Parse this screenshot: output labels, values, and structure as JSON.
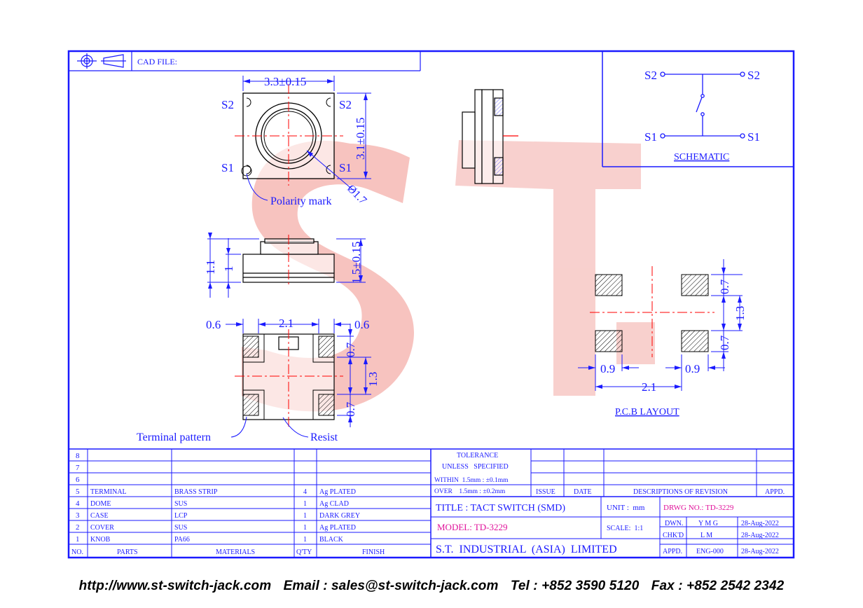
{
  "header": {
    "cad_file_label": "CAD FILE:"
  },
  "drawing": {
    "top_view": {
      "width_dim": "3.3±0.15",
      "height_dim": "3.1±0.15",
      "diameter_dim": "Ø1.7",
      "pin_s2_left": "S2",
      "pin_s2_right": "S2",
      "pin_s1_left": "S1",
      "pin_s1_right": "S1",
      "polarity_label": "Polarity mark"
    },
    "front_view": {
      "dim_1_1": "1.1",
      "dim_1": "1",
      "dim_1_5": "1.5±0.15"
    },
    "bottom_view": {
      "dim_left": "0.6",
      "dim_mid": "2.1",
      "dim_right": "0.6",
      "dim_top": "0.7",
      "dim_mid_v": "1.3",
      "dim_bottom": "0.7",
      "terminal_label": "Terminal pattern",
      "resist_label": "Resist"
    },
    "pcb_layout": {
      "dim_top": "0.7",
      "dim_mid": "1.3",
      "dim_bottom": "0.7",
      "dim_left": "0.9",
      "dim_right": "0.9",
      "dim_width": "2.1",
      "caption": "P.C.B LAYOUT"
    },
    "schematic": {
      "s2_left": "S2",
      "s2_right": "S2",
      "s1_left": "S1",
      "s1_right": "S1",
      "caption": "SCHEMATIC"
    }
  },
  "bom": {
    "row_numbers": [
      "8",
      "7",
      "6"
    ],
    "rows": [
      {
        "no": "5",
        "part": "TERMINAL",
        "material": "BRASS STRIP",
        "qty": "4",
        "finish": "Ag PLATED"
      },
      {
        "no": "4",
        "part": "DOME",
        "material": "SUS",
        "qty": "1",
        "finish": "Ag CLAD"
      },
      {
        "no": "3",
        "part": "CASE",
        "material": "LCP",
        "qty": "1",
        "finish": "DARK GREY"
      },
      {
        "no": "2",
        "part": "COVER",
        "material": "SUS",
        "qty": "1",
        "finish": "Ag PLATED"
      },
      {
        "no": "1",
        "part": "KNOB",
        "material": "PA66",
        "qty": "1",
        "finish": "BLACK"
      }
    ],
    "headers": {
      "no": "NO.",
      "parts": "PARTS",
      "materials": "MATERIALS",
      "qty": "Q'TY",
      "finish": "FINISH"
    }
  },
  "tolerance": {
    "line1": "TOLERANCE",
    "line2": "UNLESS   SPECIFIED",
    "within": "WITHIN  1.5mm : ±0.1mm",
    "over": "OVER    1.5mm : ±0.2mm"
  },
  "revision_headers": {
    "issue": "ISSUE",
    "date": "DATE",
    "descriptions": "DESCRIPTIONS OF REVISION",
    "appd": "APPD."
  },
  "title_block": {
    "title": "TITLE : TACT SWITCH (SMD)",
    "unit": "UNIT :  mm",
    "drwg_no": "DRWG NO.: TD-3229",
    "model": "MODEL: TD-3229",
    "scale": "SCALE:  1:1",
    "dwn_label": "DWN.",
    "dwn_name": "Y M G",
    "dwn_date": "28-Aug-2022",
    "chkd_label": "CHK'D",
    "chkd_name": "L M",
    "chkd_date": "28-Aug-2022",
    "appd_label": "APPD.",
    "appd_name": "ENG-000",
    "appd_date": "28-Aug-2022",
    "company": "S.T.  INDUSTRIAL  (ASIA)  LIMITED"
  },
  "watermark": {
    "text": "ST."
  },
  "footer": {
    "website": "http://www.st-switch-jack.com",
    "email": "Email : sales@st-switch-jack.com",
    "tel": "Tel : +852 3590 5120",
    "fax": "Fax : +852 2542 2342"
  },
  "colors": {
    "line": "#1a1aff",
    "highlight": "#e0119a",
    "centerline": "#ff0000",
    "watermark": "#f2a9a4"
  }
}
